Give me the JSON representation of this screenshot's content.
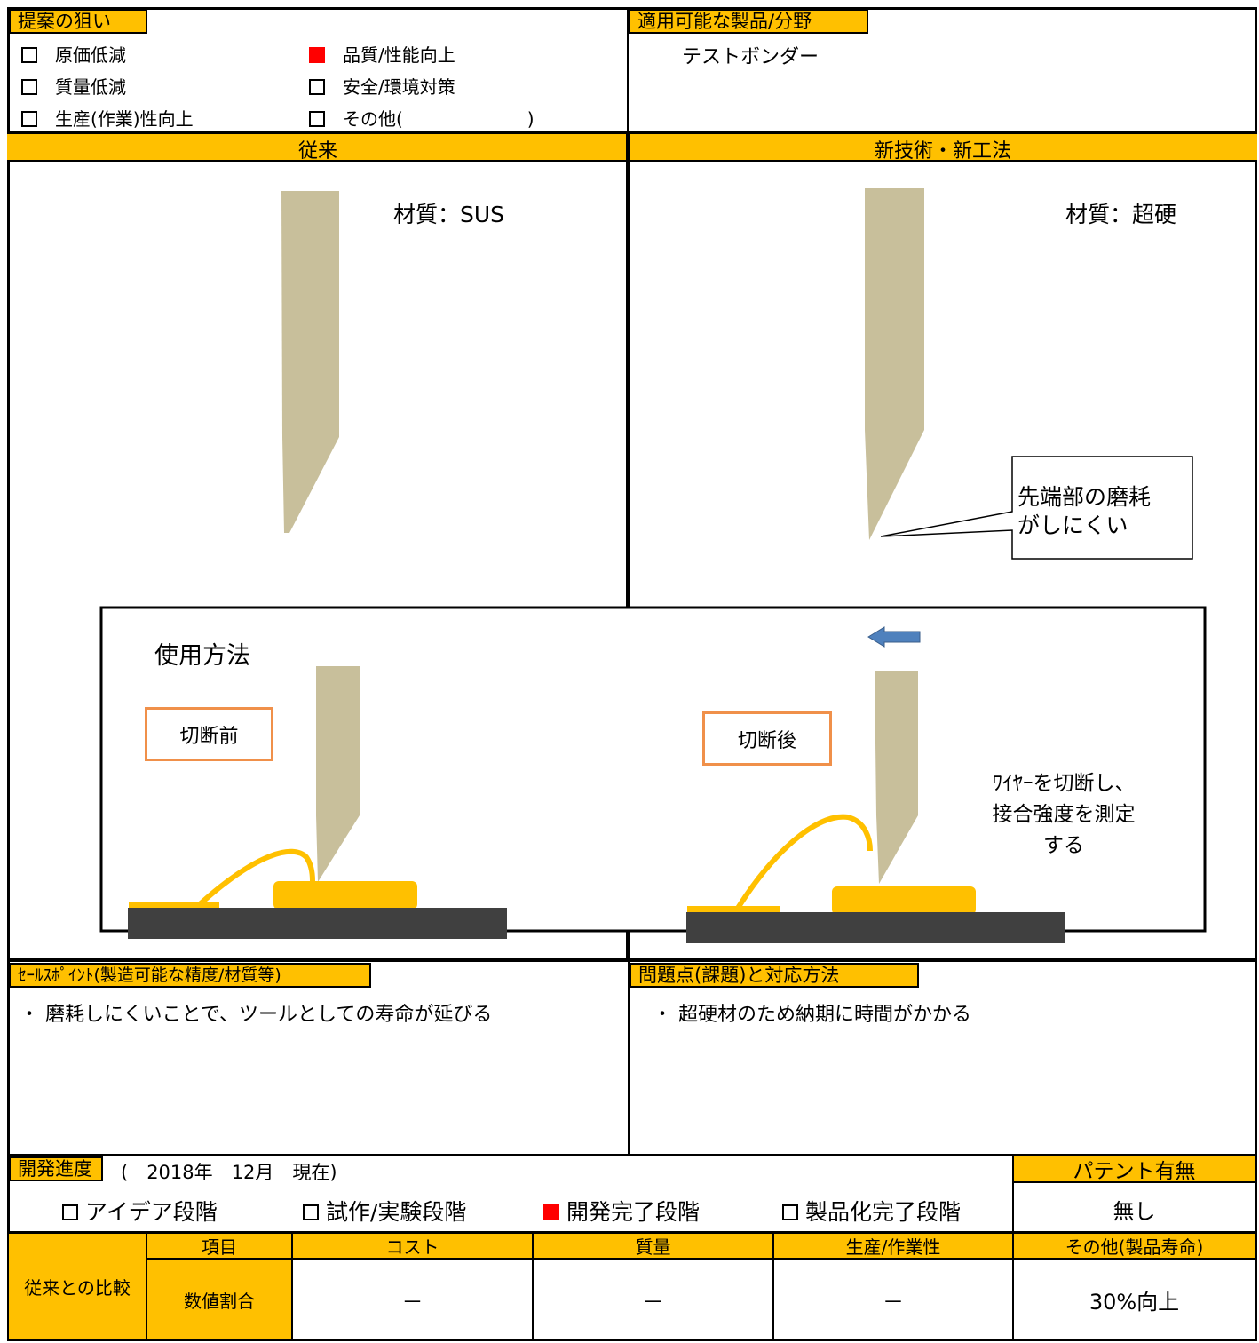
{
  "aim": {
    "tag": "提案の狙い",
    "items": [
      {
        "label": "原価低減",
        "checked": false
      },
      {
        "label": "質量低減",
        "checked": false
      },
      {
        "label": "生産(作業)性向上",
        "checked": false
      },
      {
        "label": "品質/性能向上",
        "checked": true
      },
      {
        "label": "安全/環境対策",
        "checked": false
      },
      {
        "label": "その他(　　　　　　　)",
        "checked": false
      }
    ]
  },
  "applicable": {
    "tag": "適用可能な製品/分野",
    "value": "テストボンダー"
  },
  "conventional": {
    "header": "従来",
    "material": "材質：SUS"
  },
  "new_tech": {
    "header": "新技術・新工法",
    "material": "材質：超硬",
    "callout": [
      "先端部の磨耗",
      "がしにくい"
    ]
  },
  "usage": {
    "title": "使用方法",
    "before_label": "切断前",
    "after_label": "切断後",
    "note": [
      "ﾜｲﾔｰを切断し、",
      "接合強度を測定",
      "する"
    ]
  },
  "selling_point": {
    "tag": "ｾｰﾙｽﾎﾟｲﾝﾄ(製造可能な精度/材質等)",
    "text": "・ 磨耗しにくいことで、ツールとしての寿命が延びる"
  },
  "issues": {
    "tag": "問題点(課題)と対応方法",
    "text": "・ 超硬材のため納期に時間がかかる"
  },
  "progress": {
    "tag": "開発進度",
    "date": "(　2018年　12月　現在)",
    "stages": [
      {
        "label": "アイデア段階",
        "checked": false
      },
      {
        "label": "試作/実験段階",
        "checked": false
      },
      {
        "label": "開発完了段階",
        "checked": true
      },
      {
        "label": "製品化完了段階",
        "checked": false
      }
    ]
  },
  "patent": {
    "header": "パテント有無",
    "value": "無し"
  },
  "comparison": {
    "row_label": "従来との比較",
    "item_header": "項目",
    "ratio_label": "数値割合",
    "columns": [
      "コスト",
      "質量",
      "生産/作業性",
      "その他(製品寿命)"
    ],
    "values": [
      "－",
      "－",
      "－",
      "30%向上"
    ]
  },
  "colors": {
    "accent": "#ffc000",
    "check": "#ff0000",
    "tool": "#c8bf9b",
    "base": "#404040",
    "label_border": "#f0904a",
    "arrow": "#4f81bd"
  }
}
